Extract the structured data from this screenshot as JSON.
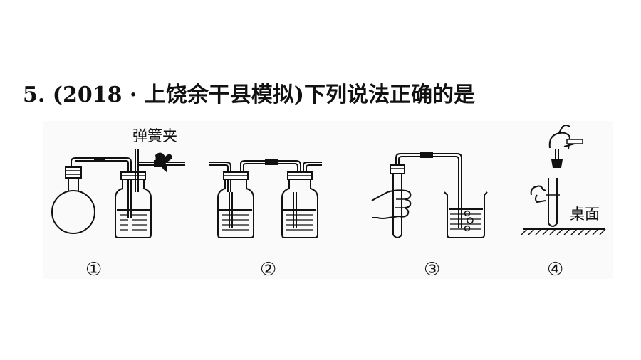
{
  "question": {
    "number": "5.",
    "source": "(2018 · 上饶余干县模拟)",
    "text": "下列说法正确的是"
  },
  "figure": {
    "annotations": {
      "spring_clip": "弹簧夹",
      "tabletop": "桌面"
    },
    "panels": [
      {
        "label": "①"
      },
      {
        "label": "②"
      },
      {
        "label": "③"
      },
      {
        "label": "④"
      }
    ]
  }
}
